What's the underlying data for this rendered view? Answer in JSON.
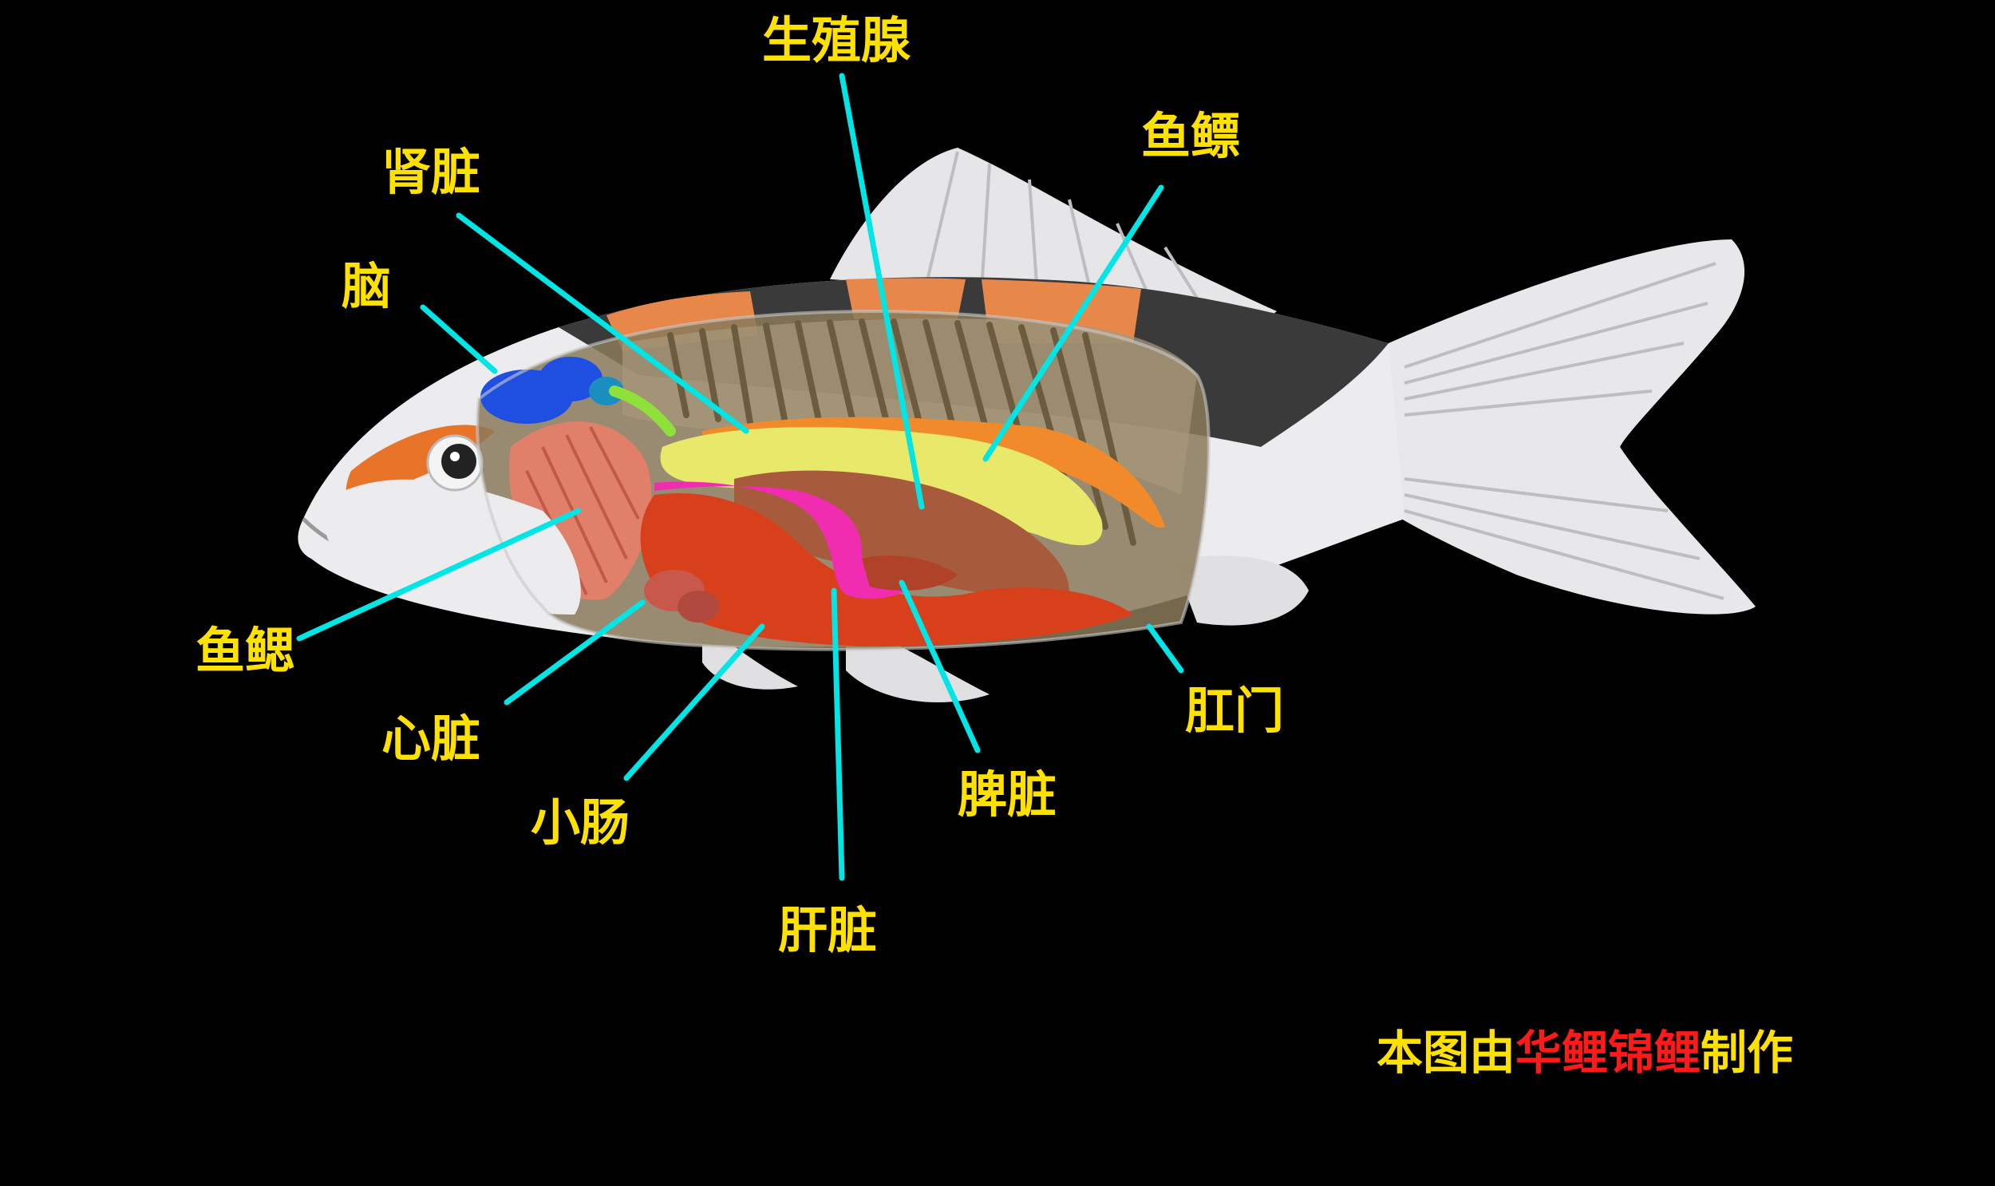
{
  "labels": {
    "gonad": "生殖腺",
    "swim_bladder": "鱼鳔",
    "kidney": "肾脏",
    "brain": "脑",
    "gill": "鱼鳃",
    "heart": "心脏",
    "small_intestine": "小肠",
    "liver": "肝脏",
    "spleen": "脾脏",
    "anus": "肛门"
  },
  "credit": {
    "prefix": "本图由",
    "brand": "华鲤锦鲤",
    "suffix": "制作"
  },
  "colors": {
    "label_text": "#ffe100",
    "leader_line": "#00e5e5",
    "credit_highlight": "#ff1a1a",
    "background": "#000000"
  }
}
